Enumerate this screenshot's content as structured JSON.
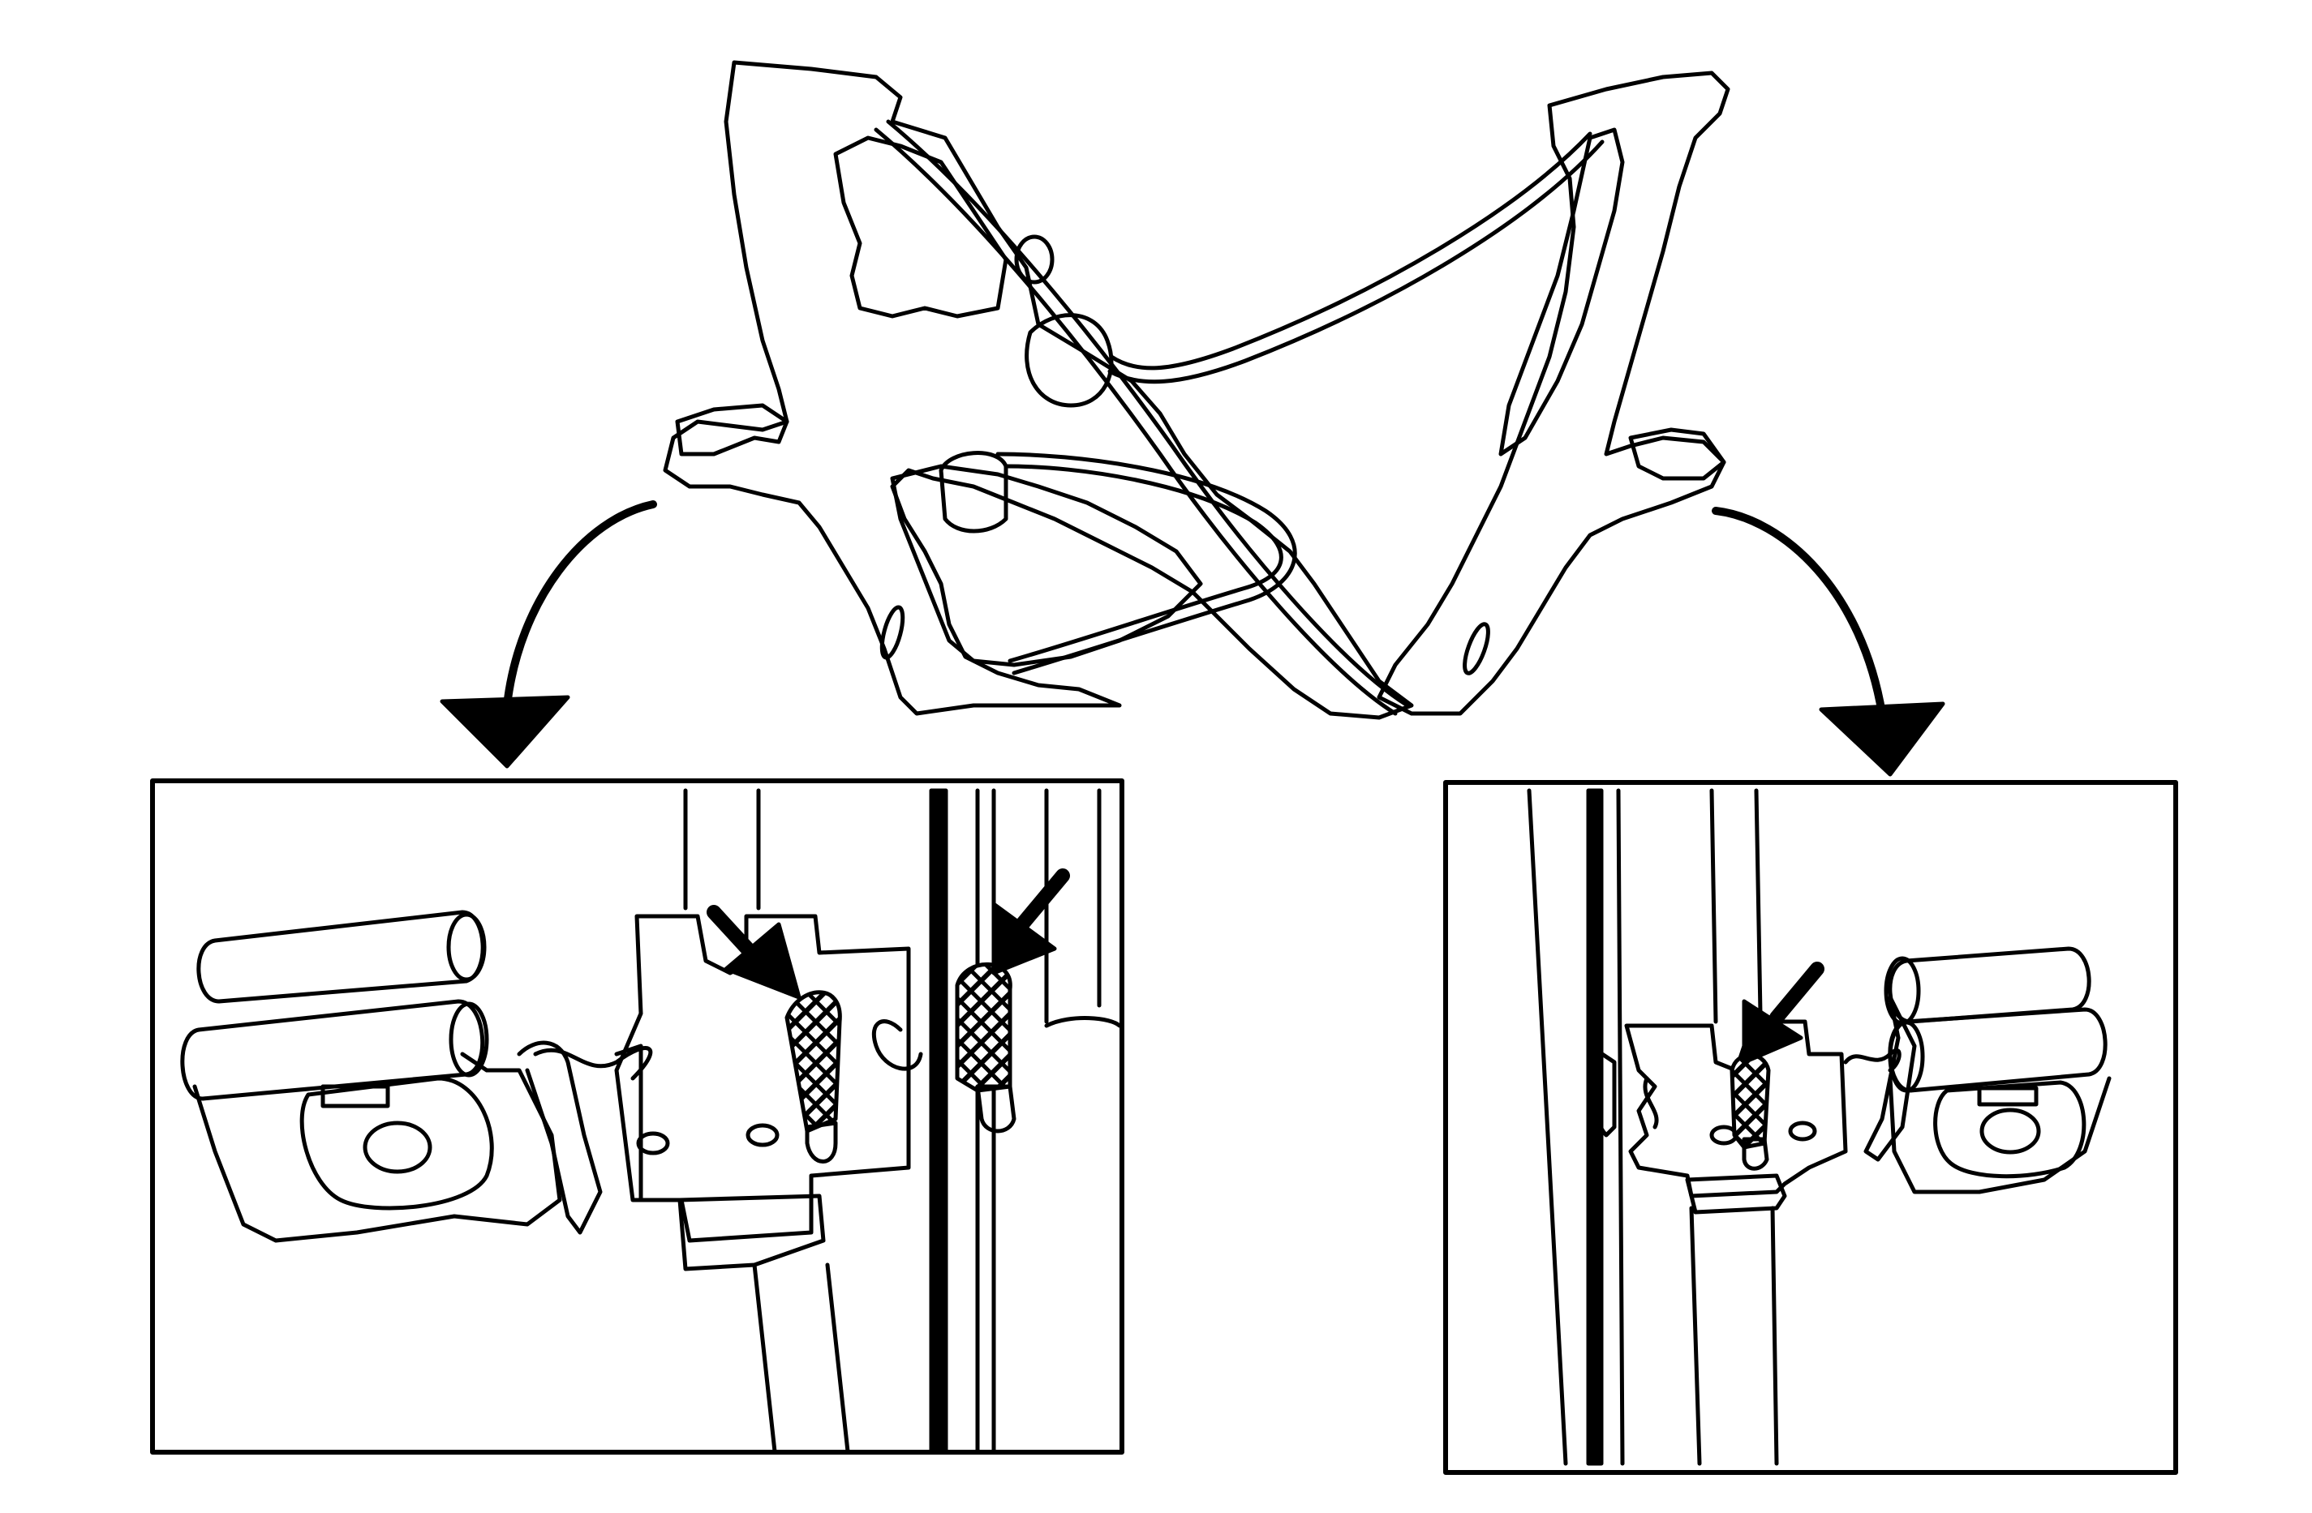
{
  "figure": {
    "background": "#ffffff",
    "line_color": "#000000",
    "hatch_color": "#000000",
    "components": {
      "overview": "window-regulator-assembly",
      "detail_left": "lower-carriage-detail-two-tabs",
      "detail_right": "lower-carriage-detail-one-tab"
    },
    "callouts": {
      "detail_left_arrows": 2,
      "detail_right_arrows": 1
    }
  }
}
